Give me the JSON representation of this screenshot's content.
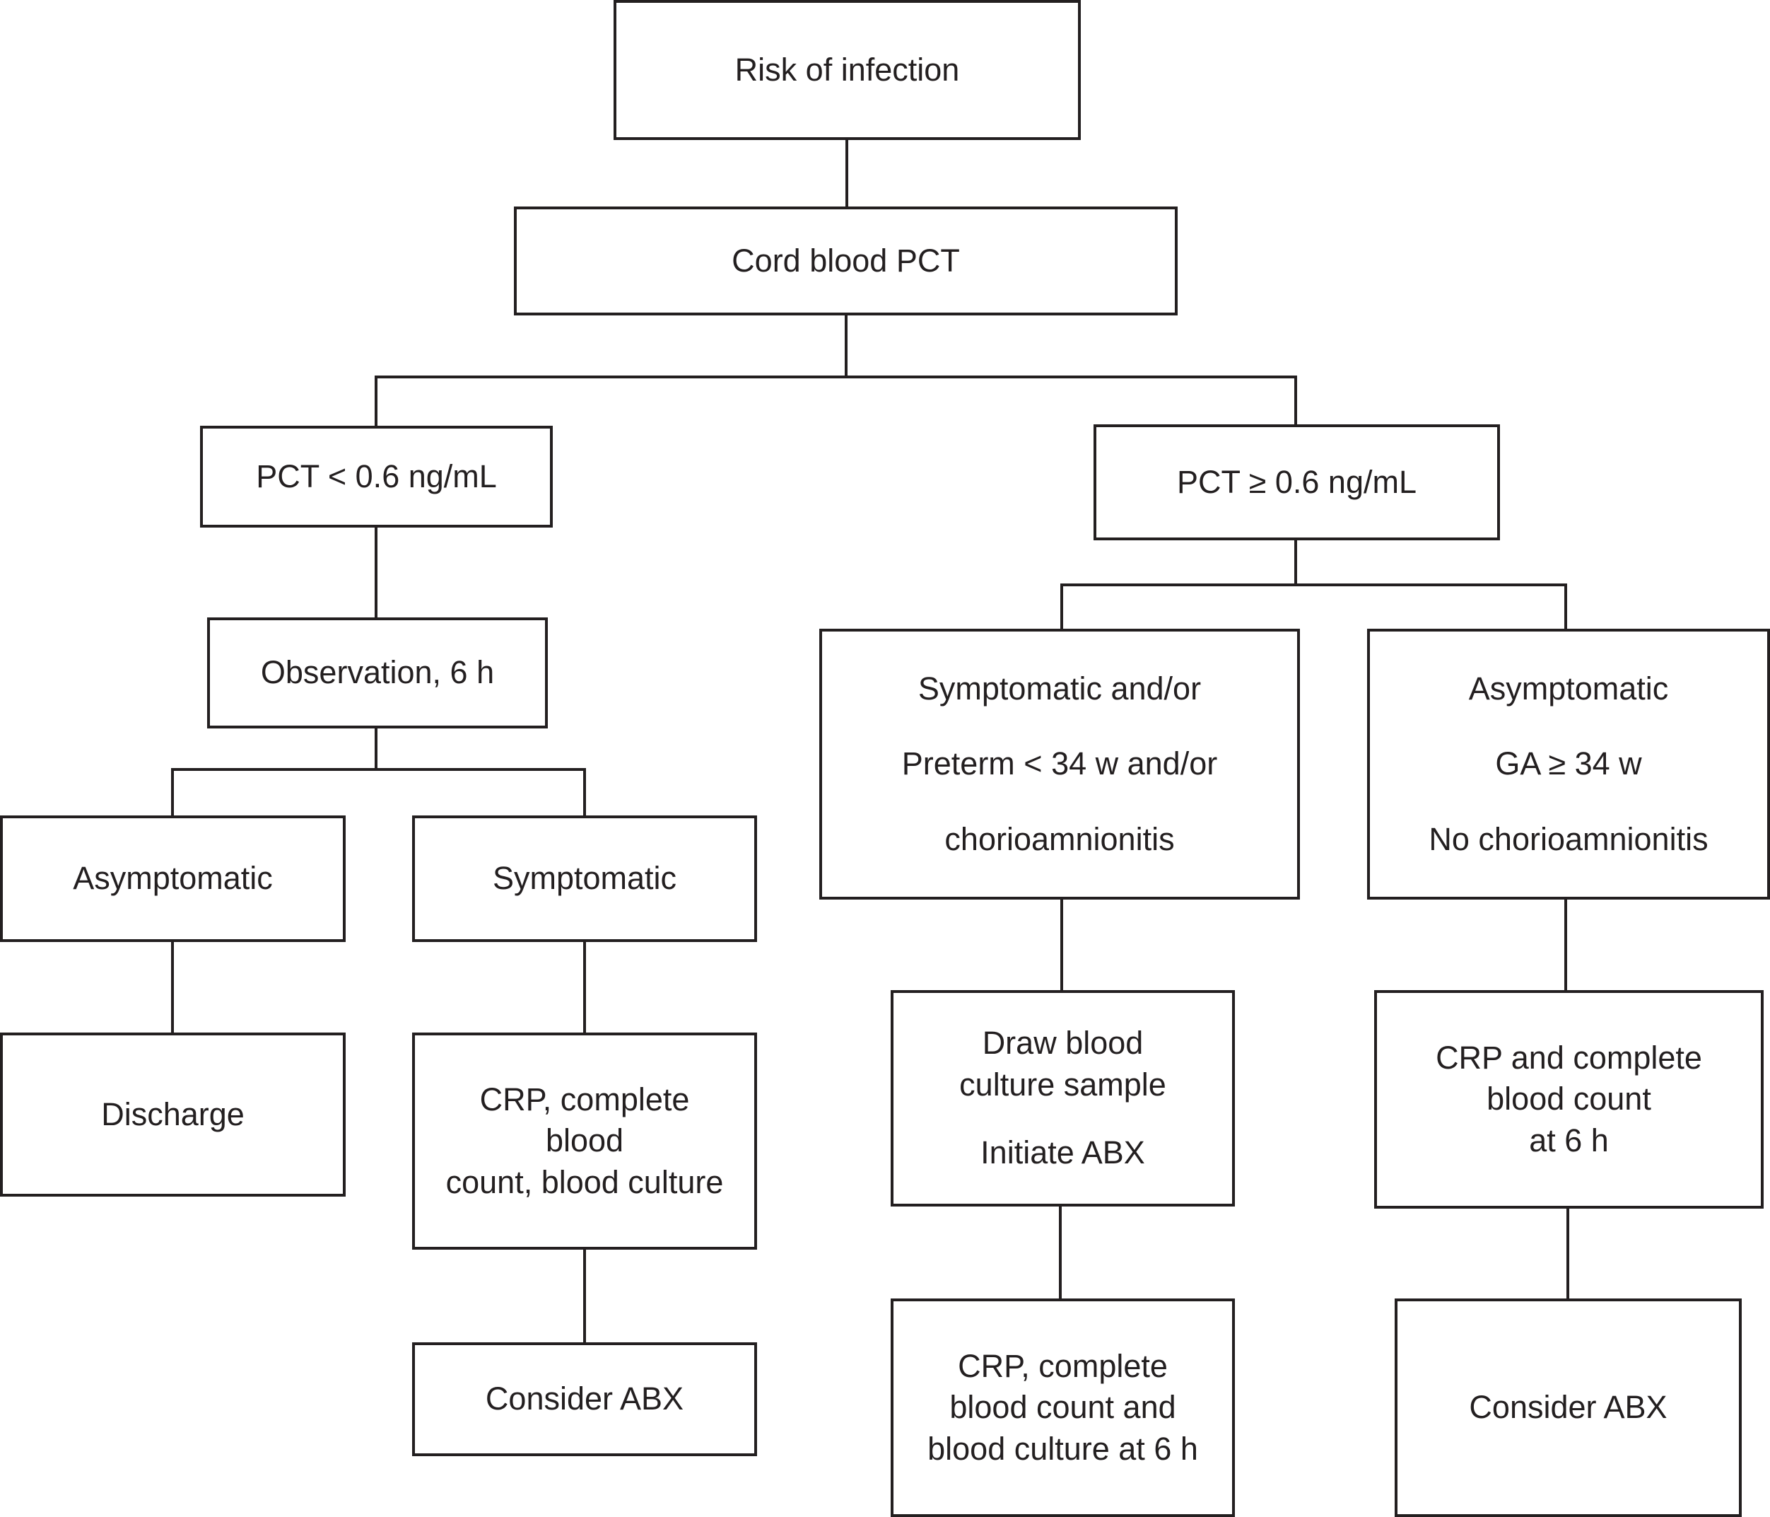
{
  "diagram": {
    "risk": [
      "Risk of infection"
    ],
    "cord": [
      "Cord blood PCT"
    ],
    "pct_low": [
      "PCT < 0.6 ng/mL"
    ],
    "pct_high": [
      "PCT ≥ 0.6 ng/mL"
    ],
    "observation": [
      "Observation, 6 h"
    ],
    "asym_left": [
      "Asymptomatic"
    ],
    "sym_left": [
      "Symptomatic"
    ],
    "discharge": [
      "Discharge"
    ],
    "crp_left": [
      "CRP, complete",
      "blood",
      "count, blood culture"
    ],
    "consider_left": [
      "Consider ABX"
    ],
    "sym_right": [
      "Symptomatic and/or",
      "Preterm < 34 w and/or",
      "chorioamnionitis"
    ],
    "asym_right": [
      "Asymptomatic",
      "GA ≥ 34 w",
      "No chorioamnionitis"
    ],
    "draw": [
      "Draw blood",
      "culture sample",
      "Initiate ABX"
    ],
    "crp_mid": [
      "CRP, complete",
      "blood count and",
      "blood culture at 6 h"
    ],
    "crp_right": [
      "CRP and complete",
      "blood count",
      "at 6 h"
    ],
    "consider_right": [
      "Consider ABX"
    ]
  }
}
